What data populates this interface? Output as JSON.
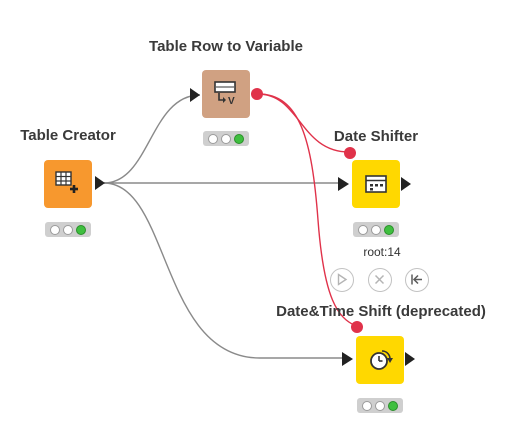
{
  "nodes": {
    "table_creator": {
      "label": "Table Creator",
      "color": "#f7982e"
    },
    "table_row_to_variable": {
      "label": "Table Row to Variable",
      "color": "#d0a182"
    },
    "date_shifter": {
      "label": "Date Shifter",
      "color": "#ffd800"
    },
    "date_time_shift": {
      "label": "Date&Time Shift (deprecated)",
      "color": "#ffd800"
    }
  },
  "hover": {
    "node_id_label": "root:14"
  },
  "colors": {
    "data_wire": "#8a8a8a",
    "variable_wire": "#e0324a",
    "port_dark": "#222222"
  }
}
